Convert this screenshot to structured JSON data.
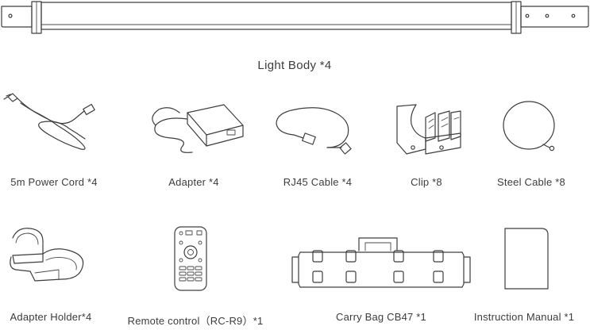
{
  "light_body": {
    "label": "Light Body *4"
  },
  "items_row1": [
    {
      "label": "5m Power Cord *4"
    },
    {
      "label": "Adapter *4"
    },
    {
      "label": "RJ45 Cable *4"
    },
    {
      "label": "Clip *8"
    },
    {
      "label": "Steel Cable *8"
    }
  ],
  "items_row2": [
    {
      "label": "Adapter Holder*4"
    },
    {
      "label": "Remote control（RC-R9）*1"
    },
    {
      "label": "Carry Bag CB47 *1"
    },
    {
      "label": "Instruction Manual  *1"
    }
  ],
  "colors": {
    "line": "#3d3d3d",
    "text": "#3c3c3c",
    "background": "#ffffff"
  }
}
